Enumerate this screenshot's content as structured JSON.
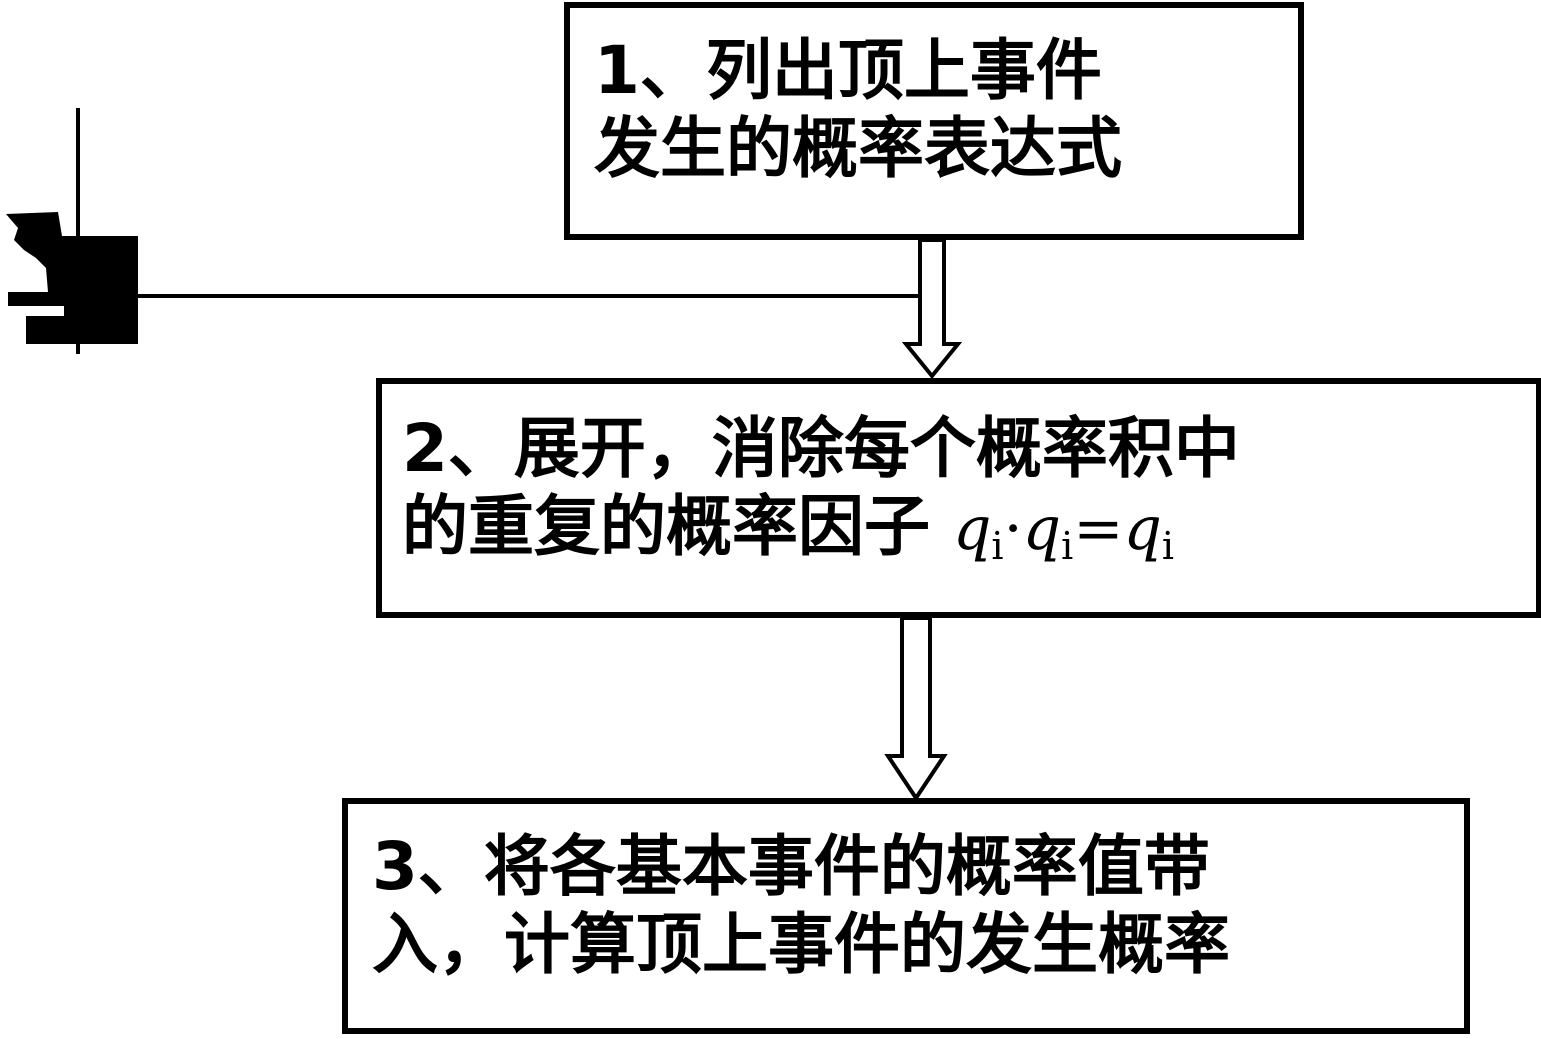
{
  "steps": [
    {
      "line1": "1、列出顶上事件",
      "line2": "发生的概率表达式"
    },
    {
      "line1": "2、展开，消除每个概率积中",
      "line2_prefix": "的重复的概率因子",
      "formula": {
        "q": "q",
        "i": "i",
        "dot": "·",
        "eq": "="
      }
    },
    {
      "line1": "3、将各基本事件的概率值带",
      "line2": "入，计算顶上事件的发生概率"
    }
  ]
}
